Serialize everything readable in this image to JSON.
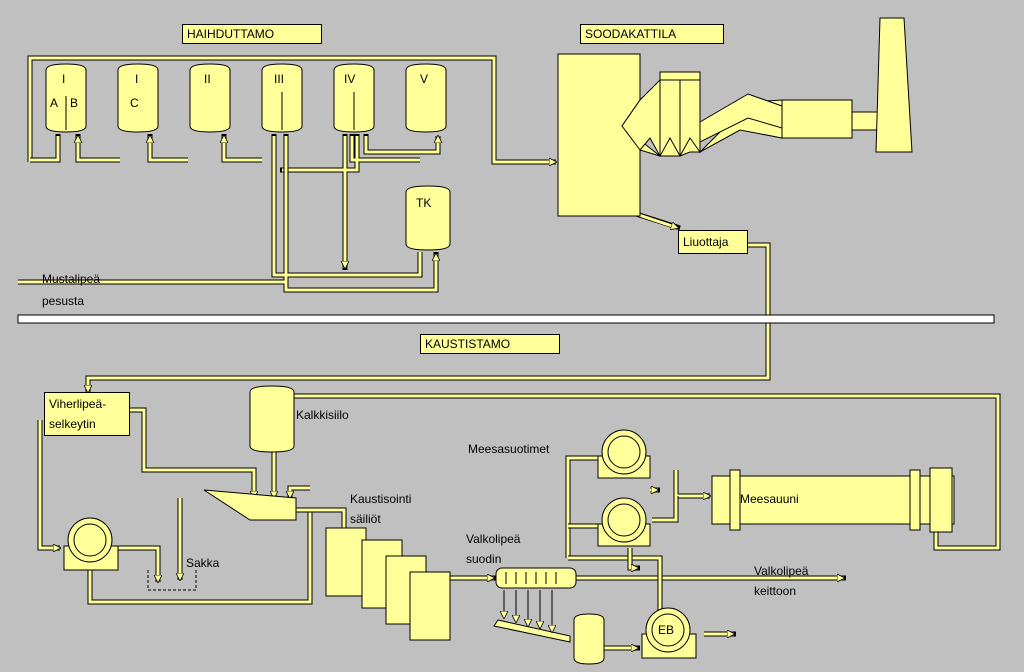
{
  "sections": {
    "haihduttamo": "HAIHDUTTAMO",
    "soodakattila": "SOODAKATTILA",
    "kaustistamo": "KAUSTISTAMO"
  },
  "evaporators": {
    "i_top": "I",
    "a": "A",
    "b": "B",
    "i2_top": "I",
    "c": "C",
    "ii": "II",
    "iii": "III",
    "iv": "IV",
    "v": "V"
  },
  "labels": {
    "tk": "TK",
    "liuottaja": "Liuottaja",
    "mustalipea1": "Mustalipeä",
    "mustalipea2": "pesusta",
    "viherlipea1": "Viherlipeä-",
    "viherlipea2": "selkeytin",
    "kalkkisiilo": "Kalkkisiilo",
    "sakka": "Sakka",
    "kaustisointi1": "Kaustisointi",
    "kaustisointi2": "säiliöt",
    "meesasuotimet": "Meesasuotimet",
    "meesauuni": "Meesauuni",
    "valkolipea_suodin1": "Valkolipeä",
    "valkolipea_suodin2": "suodin",
    "valkolipea_out1": "Valkolipeä",
    "valkolipea_out2": "keittoon",
    "eb": "EB"
  },
  "colors": {
    "background": "#c0c0c0",
    "equipment_fill": "#ffff99",
    "line": "#000000"
  }
}
